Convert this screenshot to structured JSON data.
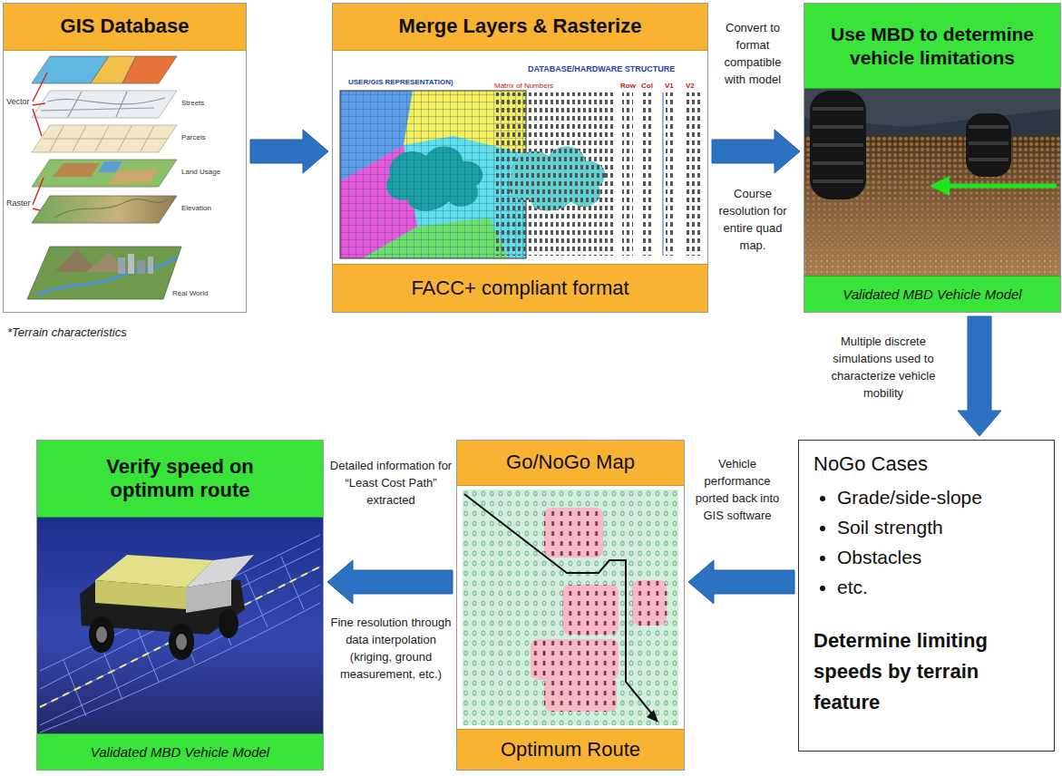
{
  "diagram": {
    "nodes": [
      {
        "text": [
          "GIS Database"
        ]
      },
      {
        "text": [
          "Merge Layers & Rasterize",
          "FACC+ compliant format"
        ]
      },
      {
        "text": [
          "Use MBD to determine vehicle limitations",
          "Validated MBD Vehicle Model"
        ]
      },
      {
        "text": [
          "NoGo Cases",
          "Grade/side-slope",
          "Soil strength",
          "Obstacles",
          "etc.",
          "Determine limiting speeds by terrain feature"
        ]
      },
      {
        "text": [
          "Go/NoGo Map",
          "Optimum Route"
        ]
      },
      {
        "text": [
          "Verify speed on optimum route",
          "Validated MBD Vehicle Model"
        ]
      }
    ],
    "edges": [
      {
        "from": 0,
        "to": 1,
        "arrow": "to"
      },
      {
        "from": 1,
        "to": 2,
        "arrow": "to",
        "label": "Convert to format compatible with model"
      },
      {
        "from": 2,
        "to": 3,
        "arrow": "to",
        "label": "Multiple discrete simulations used to characterize vehicle mobility"
      },
      {
        "from": 3,
        "to": 4,
        "arrow": "to",
        "label": "Vehicle performance ported back into GIS software"
      },
      {
        "from": 4,
        "to": 5,
        "arrow": "to",
        "label": "Detailed information for “Least Cost Path” extracted"
      }
    ],
    "labels": [
      "*Terrain characteristics",
      "Course resolution for entire quad map.",
      "Fine resolution through data interpolation (kriging, ground measurement, etc.)",
      "Vector",
      "Raster",
      "Streets",
      "Parcels",
      "Land Usage",
      "Elevation",
      "Real World",
      "USER/GIS REPRESENTATION)",
      "DATABASE/HARDWARE STRUCTURE",
      "Matrix of Numbers",
      "Row",
      "Col",
      "V1",
      "V2"
    ]
  }
}
